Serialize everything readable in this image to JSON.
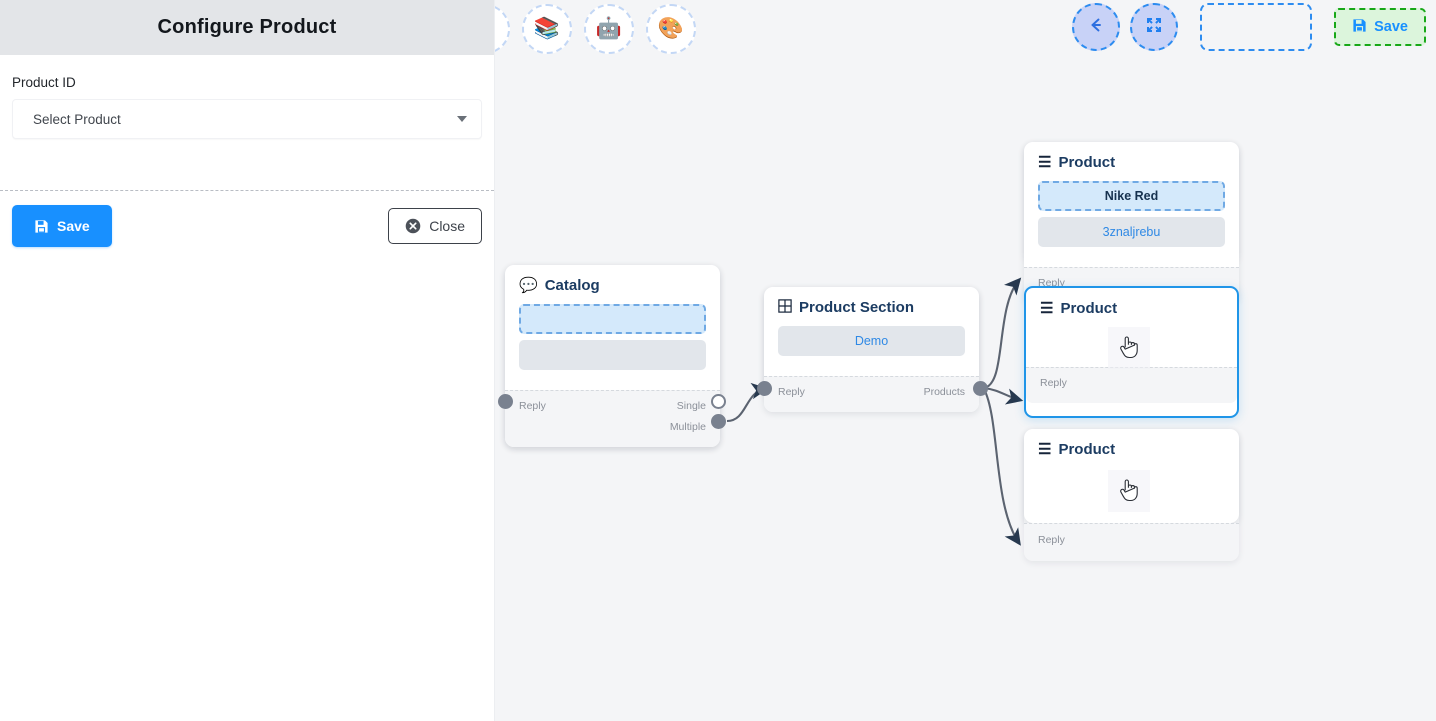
{
  "panel": {
    "title": "Configure Product",
    "field_label": "Product ID",
    "select_value": "Select Product",
    "save_label": "Save",
    "close_label": "Close"
  },
  "toolbar": {
    "left_tools": [
      {
        "name": "stack-overflow-icon",
        "glyph": "📚"
      },
      {
        "name": "robot-icon",
        "glyph": "🤖"
      },
      {
        "name": "palette-icon",
        "glyph": "🎨"
      }
    ],
    "back_label": "←",
    "fit_label": "fit-screen",
    "save_label": "Save",
    "accent_blue": "#1890ff",
    "save_border_green": "#18a818",
    "save_bg_green": "#dcf5dc"
  },
  "canvas": {
    "background": "#f4f5f7",
    "edge_color": "#5b6370"
  },
  "nodes": [
    {
      "id": "product-top",
      "title": "Product",
      "icon": "list-icon",
      "slots": [
        {
          "text": "Nike Red",
          "style": "dashed-blue"
        },
        {
          "text": "3znaljrebu",
          "style": "gray"
        }
      ],
      "ports": {
        "left": "Reply"
      },
      "selected": false
    },
    {
      "id": "catalog",
      "title": "Catalog",
      "icon": "chat-bubble-icon",
      "slots": [
        {
          "text": "",
          "style": "dashed-blue"
        },
        {
          "text": "",
          "style": "empty-gray"
        }
      ],
      "ports": {
        "left": "Reply",
        "right": "Single",
        "right2": "Multiple"
      },
      "selected": false
    },
    {
      "id": "product-section",
      "title": "Product Section",
      "icon": "table-icon",
      "slots": [
        {
          "text": "Demo",
          "style": "gray"
        }
      ],
      "ports": {
        "left": "Reply",
        "right": "Products"
      },
      "selected": false
    },
    {
      "id": "product-selected",
      "title": "Product",
      "icon": "list-icon",
      "slots": [],
      "ports": {
        "left": "Reply"
      },
      "selected": true
    },
    {
      "id": "product-bottom",
      "title": "Product",
      "icon": "list-icon",
      "slots": [],
      "ports": {
        "left": "Reply"
      },
      "selected": false
    }
  ]
}
